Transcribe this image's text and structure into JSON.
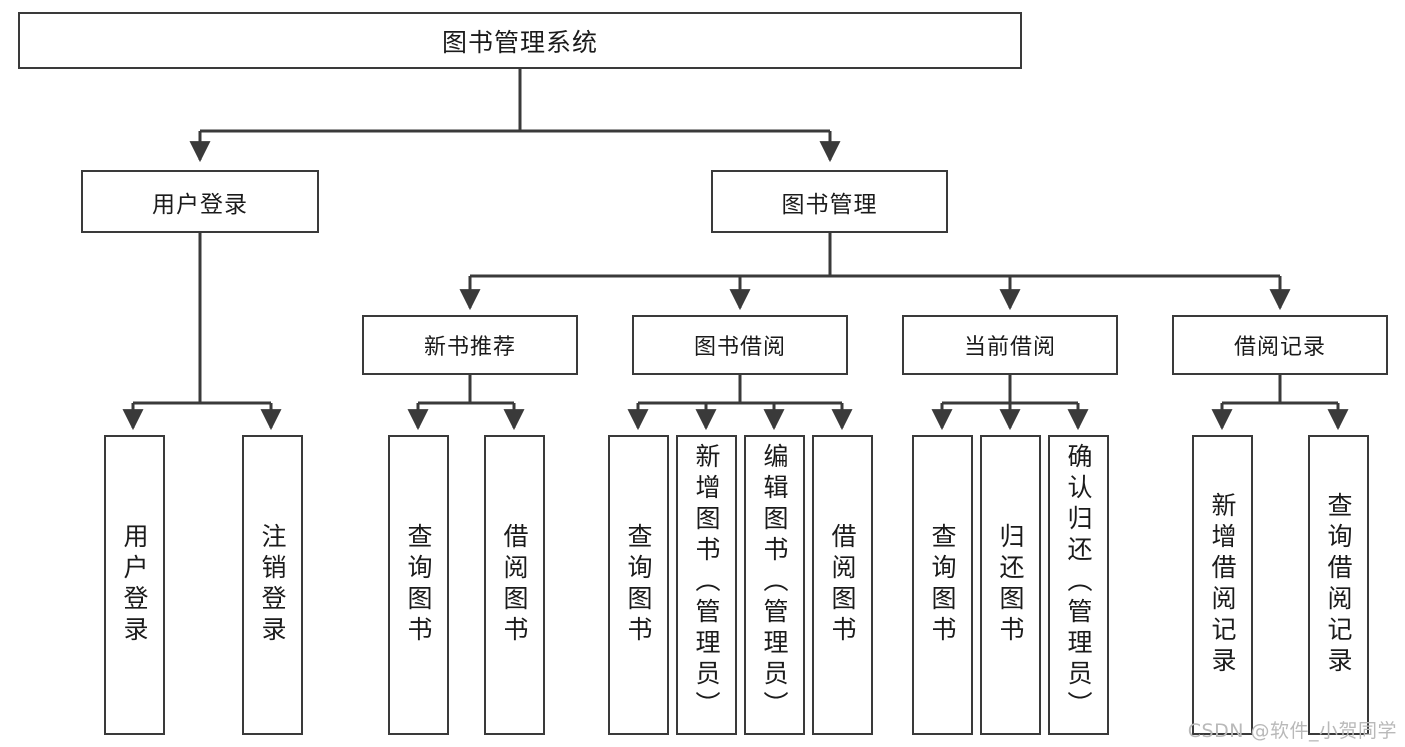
{
  "diagram": {
    "title": "图书管理系统",
    "type": "tree-hierarchy-chart",
    "root": {
      "label": "图书管理系统"
    },
    "level2": [
      {
        "key": "user-login",
        "label": "用户登录"
      },
      {
        "key": "book-mgmt",
        "label": "图书管理"
      }
    ],
    "level3": [
      {
        "key": "new-book-recommend",
        "label": "新书推荐"
      },
      {
        "key": "book-borrow",
        "label": "图书借阅"
      },
      {
        "key": "current-borrow",
        "label": "当前借阅"
      },
      {
        "key": "borrow-records",
        "label": "借阅记录"
      }
    ],
    "leaves": [
      {
        "key": "leaf-user-login",
        "label": "用户登录",
        "parent": "user-login"
      },
      {
        "key": "leaf-logout",
        "label": "注销登录",
        "parent": "user-login"
      },
      {
        "key": "leaf-query-book-1",
        "label": "查询图书",
        "parent": "new-book-recommend"
      },
      {
        "key": "leaf-borrow-book-1",
        "label": "借阅图书",
        "parent": "new-book-recommend"
      },
      {
        "key": "leaf-query-book-2",
        "label": "查询图书",
        "parent": "book-borrow"
      },
      {
        "key": "leaf-add-book",
        "label": "新增图书（管理员）",
        "parent": "book-borrow"
      },
      {
        "key": "leaf-edit-book",
        "label": "编辑图书（管理员）",
        "parent": "book-borrow"
      },
      {
        "key": "leaf-borrow-book-2",
        "label": "借阅图书",
        "parent": "book-borrow"
      },
      {
        "key": "leaf-query-book-3",
        "label": "查询图书",
        "parent": "current-borrow"
      },
      {
        "key": "leaf-return-book",
        "label": "归还图书",
        "parent": "current-borrow"
      },
      {
        "key": "leaf-confirm-return",
        "label": "确认归还（管理员）",
        "parent": "current-borrow"
      },
      {
        "key": "leaf-add-record",
        "label": "新增借阅记录",
        "parent": "borrow-records"
      },
      {
        "key": "leaf-query-record",
        "label": "查询借阅记录",
        "parent": "borrow-records"
      }
    ],
    "colors": {
      "box_border": "#3a3a3a",
      "box_fill": "#ffffff",
      "connector": "#3a3a3a",
      "text": "#1b1b1b",
      "watermark": "#b9b9b9",
      "background": "#ffffff"
    }
  },
  "watermark": {
    "text": "CSDN @软件_小贺同学"
  }
}
